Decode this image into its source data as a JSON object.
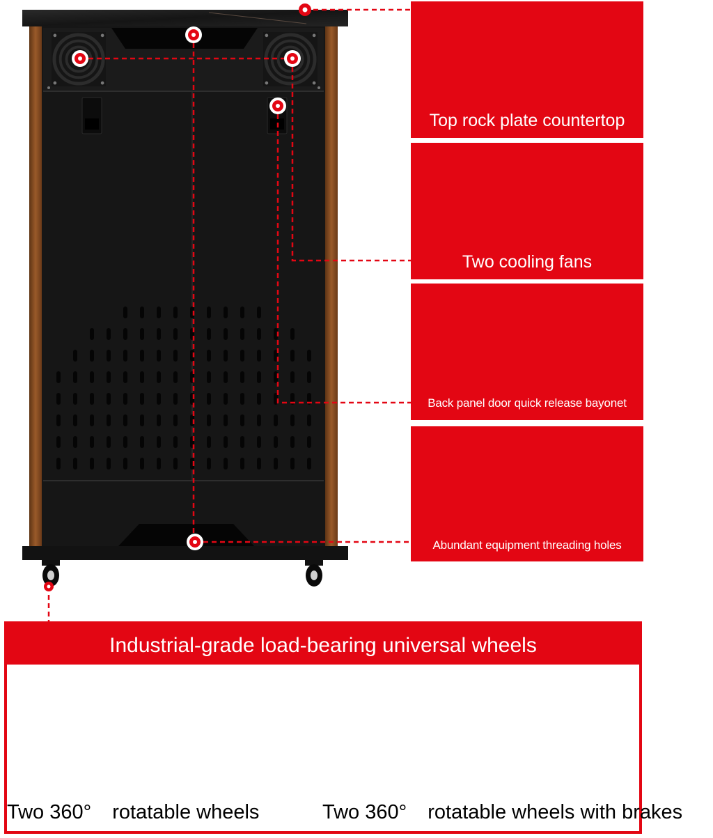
{
  "callouts": {
    "countertop": "Top rock plate countertop",
    "fans": "Two cooling fans",
    "bayonet": "Back panel door quick release bayonet",
    "threading_holes": "Abundant equipment threading holes"
  },
  "wheels_section": {
    "title": "Industrial-grade load-bearing universal wheels",
    "left_label_prefix": "Two 360°",
    "left_label_suffix": "rotatable wheels",
    "right_label_prefix": "Two 360°",
    "right_label_suffix": "rotatable wheels with brakes"
  },
  "colors": {
    "accent_red": "#e30613",
    "cabinet_black": "#161616",
    "wood_trim": "#8a4e22",
    "marble_top": "#1c1c1c",
    "wire_colors": [
      "#e8463a",
      "#ffffff",
      "#9a9a9a",
      "#3cc84a",
      "#ff7a3c",
      "#3a6cf0",
      "#2a2a2a",
      "#f2d23a"
    ]
  },
  "icons": {
    "fan": "fan-grille-icon",
    "latch": "latch-icon",
    "caster": "caster-wheel-icon",
    "hotspot": "red-dot-marker-icon"
  }
}
